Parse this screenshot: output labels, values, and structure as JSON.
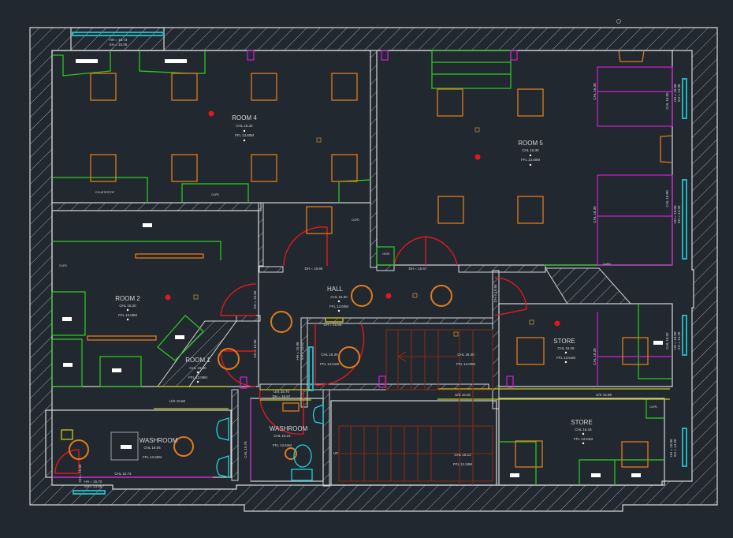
{
  "drawing": {
    "type": "architectural floor plan",
    "colors": {
      "background": "#212830",
      "wall": "#d8d8d8",
      "hatch": "#9aa0a6",
      "door": "#e0191b",
      "furniture_green": "#2ed01e",
      "light_orange": "#e07b1a",
      "window_cyan": "#21b3c0",
      "magenta": "#d31fd3",
      "yellow": "#c9c91a",
      "stair_brown": "#8b2a10",
      "sanitary_cyan": "#23d3e0",
      "smoke_red": "#e0191b",
      "white_block": "#ffffff"
    }
  },
  "rooms": [
    {
      "name": "ROOM 4",
      "chl": "CHL 16.32",
      "ffl": "FFL 13.60M"
    },
    {
      "name": "ROOM 5",
      "chl": "CHL 16.30",
      "ffl": "FFL 13.60M"
    },
    {
      "name": "ROOM 2",
      "chl": "CHL 16.30",
      "ffl": "FFL 13.08M"
    },
    {
      "name": "ROOM 1",
      "chl": "CHL 16.30",
      "ffl": "FFL 13.08M"
    },
    {
      "name": "HALL",
      "chl": "CHL 16.30",
      "ffl": "FFL 13.60M"
    },
    {
      "name": "STORE",
      "chl": "CHL 16.26",
      "ffl": "FFL 13.61M"
    },
    {
      "name": "STORE",
      "chl": "CHL 16.16",
      "ffl": "FFL 13.61M"
    },
    {
      "name": "WASHROOM",
      "chl": "CHL 16.06",
      "ffl": "FFL 13.60M"
    },
    {
      "name": "WASHROOM",
      "chl": "CHL 16.24",
      "ffl": "FFL 13.61M"
    }
  ],
  "level_tags": [
    {
      "chl": "CHL 16.30",
      "ffl": "FFL 13.61M"
    },
    {
      "chl": "CHL 16.30",
      "ffl": "FFL 13.00M"
    },
    {
      "chl": "CHL 16.12",
      "ffl": "FFL 12.34M"
    }
  ],
  "annotations": {
    "window_top_hh": "HH = 16.73",
    "window_top_sh": "SH = 15.06",
    "countertop": "COUNTERTOP",
    "cupd": "CUPD",
    "desk": "DESK",
    "up": "UP",
    "dh_1566": "DH = 15.66",
    "dh_1567": "DH = 15.67",
    "dh_1566b": "DH = 15.66",
    "us_1570": "U/S 15.70",
    "dh_1567b": "DH = 15.67",
    "us_1560": "U/S 15.60",
    "us_1600": "U/S 16.00",
    "us_1598": "U/S 15.98",
    "chl_1574": "CHL 15.74",
    "chl_1576": "CHL 15.76",
    "hh_1570": "HH = 15.70",
    "sh_1495": "SH = 14.95",
    "room5_chl_a": "CHL 16.30",
    "room5_chl_b": "CHL 16.00",
    "room5_chl_c": "CHL 16.30",
    "room5_chl_d": "CHL 16.00",
    "hh_1600": "HH = 16.00",
    "sh_1430": "SH = 14.30",
    "store_chl": "CHL 16.28",
    "store_chl_b": "CHL 16.02",
    "dh_v": "DH = 15.66",
    "hh_v": "HH = 15.88",
    "sh_v": "SH = 14.62"
  }
}
